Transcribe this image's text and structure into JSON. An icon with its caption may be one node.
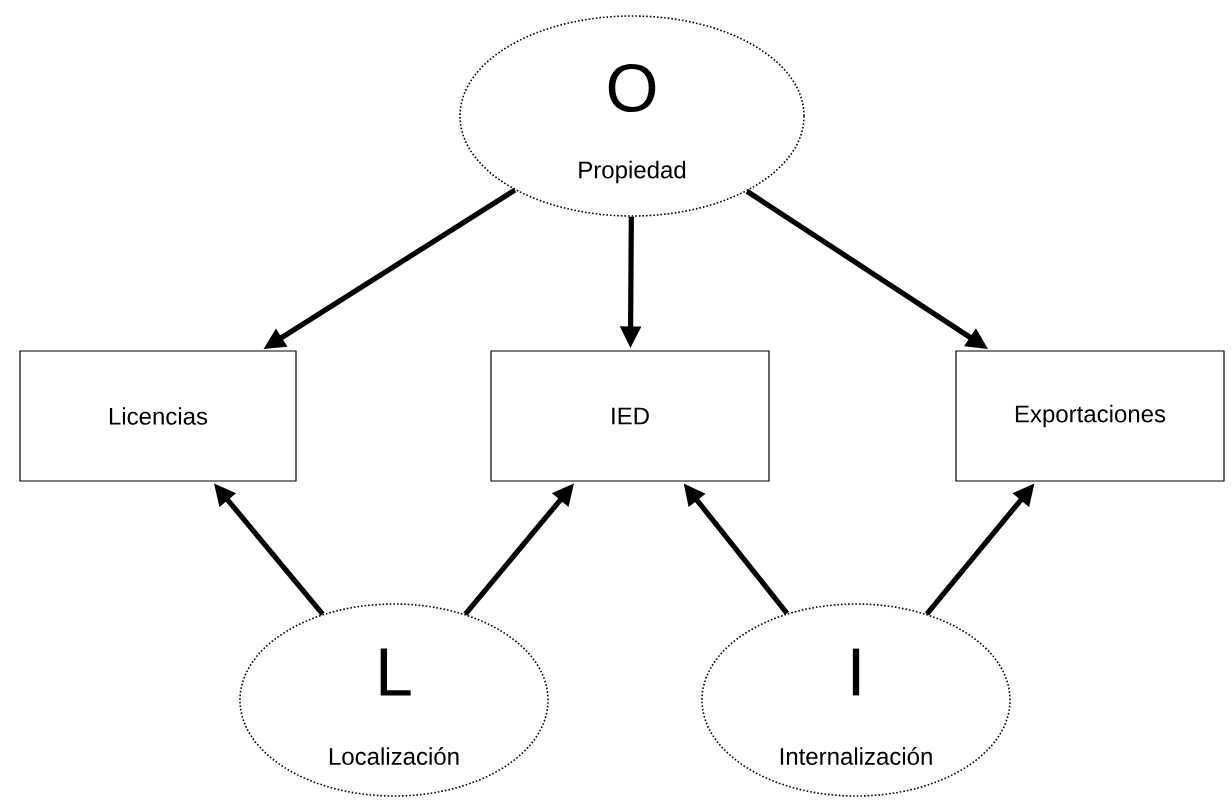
{
  "diagram": {
    "nodes": [
      {
        "text": [
          "O",
          "Propiedad"
        ]
      },
      {
        "text": [
          "Licencias"
        ]
      },
      {
        "text": [
          "IED"
        ]
      },
      {
        "text": [
          "Exportaciones"
        ]
      },
      {
        "text": [
          "L",
          "Localización"
        ]
      },
      {
        "text": [
          "I",
          "Internalización"
        ]
      }
    ],
    "edges": [
      {
        "from": 0,
        "to": 1,
        "arrow": "to"
      },
      {
        "from": 0,
        "to": 2,
        "arrow": "to"
      },
      {
        "from": 0,
        "to": 3,
        "arrow": "to"
      },
      {
        "from": 4,
        "to": 1,
        "arrow": "to"
      },
      {
        "from": 4,
        "to": 2,
        "arrow": "to"
      },
      {
        "from": 5,
        "to": 2,
        "arrow": "to"
      },
      {
        "from": 5,
        "to": 3,
        "arrow": "to"
      }
    ]
  }
}
